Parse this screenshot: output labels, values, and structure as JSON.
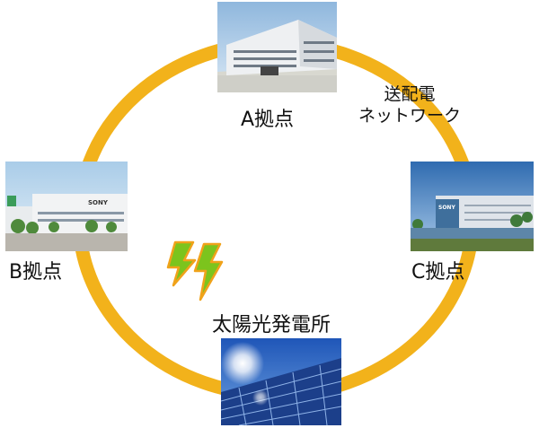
{
  "diagram": {
    "ring_color": "#f2b21b",
    "bolt_colors": {
      "fill": "#7cc41d",
      "stroke": "#f0a21a"
    },
    "nodes": {
      "a": {
        "label": "A拠点"
      },
      "b": {
        "label": "B拠点"
      },
      "c": {
        "label": "C拠点"
      },
      "solar": {
        "label": "太陽光発電所"
      }
    },
    "network": {
      "line1": "送配電",
      "line2": "ネットワーク"
    },
    "building_sign": "SONY"
  }
}
